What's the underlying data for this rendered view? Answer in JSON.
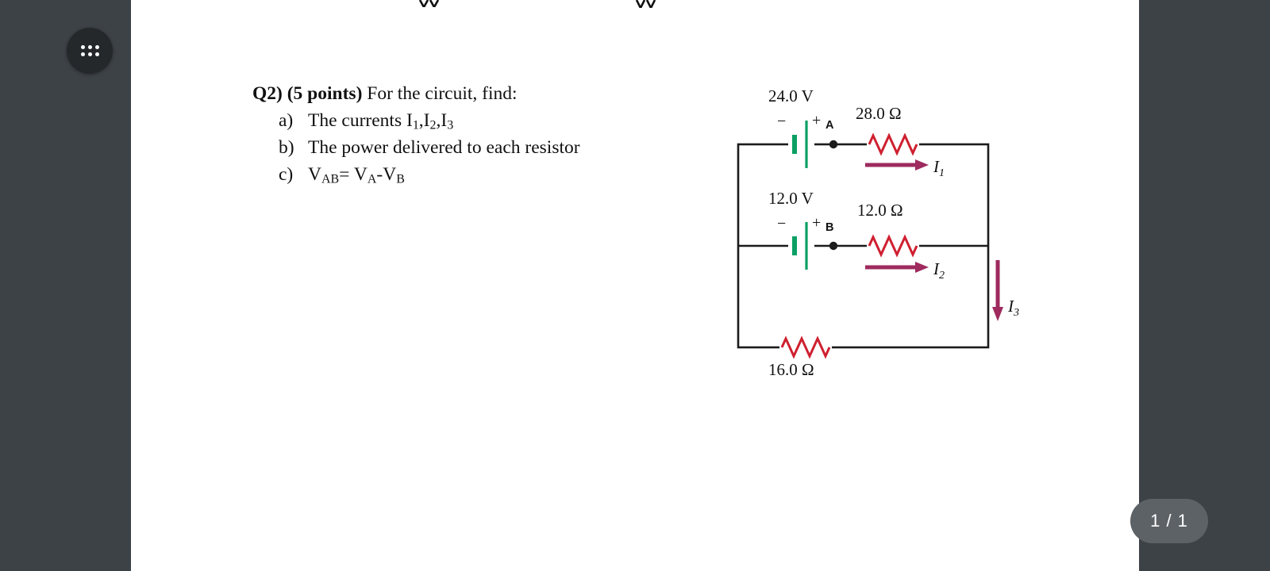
{
  "colors": {
    "bg": "#3d4247",
    "page": "#ffffff",
    "btn": "#24282b",
    "pill": "#5d6266",
    "wire": "#1b1b1b",
    "battery": "#0aa064",
    "resistor": "#cf2030",
    "current": "#9e2a5e",
    "ink": "#111111"
  },
  "shell": {
    "menu_button_icon": "grid-dots-icon",
    "page_indicator": "1 / 1"
  },
  "problem": {
    "heading_bold": "Q2) (5 points)",
    "heading_tail": " For the circuit, find:",
    "item_a": {
      "label": "a)",
      "pre": "The currents I",
      "sub1": "1",
      "mid1": ",I",
      "sub2": "2",
      "mid2": ",I",
      "sub3": "3"
    },
    "item_b": {
      "label": "b)",
      "text": "The power delivered to each resistor"
    },
    "item_c": {
      "label": "c)",
      "v1": "V",
      "sub1": "AB",
      "eq": "= V",
      "sub2": "A",
      "minus": "-V",
      "sub3": "B"
    }
  },
  "circuit": {
    "battery_top": {
      "voltage": "24.0 V",
      "minus": "−",
      "plus": "+",
      "node": "A"
    },
    "battery_mid": {
      "voltage": "12.0 V",
      "minus": "−",
      "plus": "+",
      "node": "B"
    },
    "resistor_top": "28.0 Ω",
    "resistor_mid": "12.0 Ω",
    "resistor_bottom": "16.0 Ω",
    "current_1": {
      "symbol": "I",
      "sub": "1"
    },
    "current_2": {
      "symbol": "I",
      "sub": "2"
    },
    "current_3": {
      "symbol": "I",
      "sub": "3"
    }
  }
}
